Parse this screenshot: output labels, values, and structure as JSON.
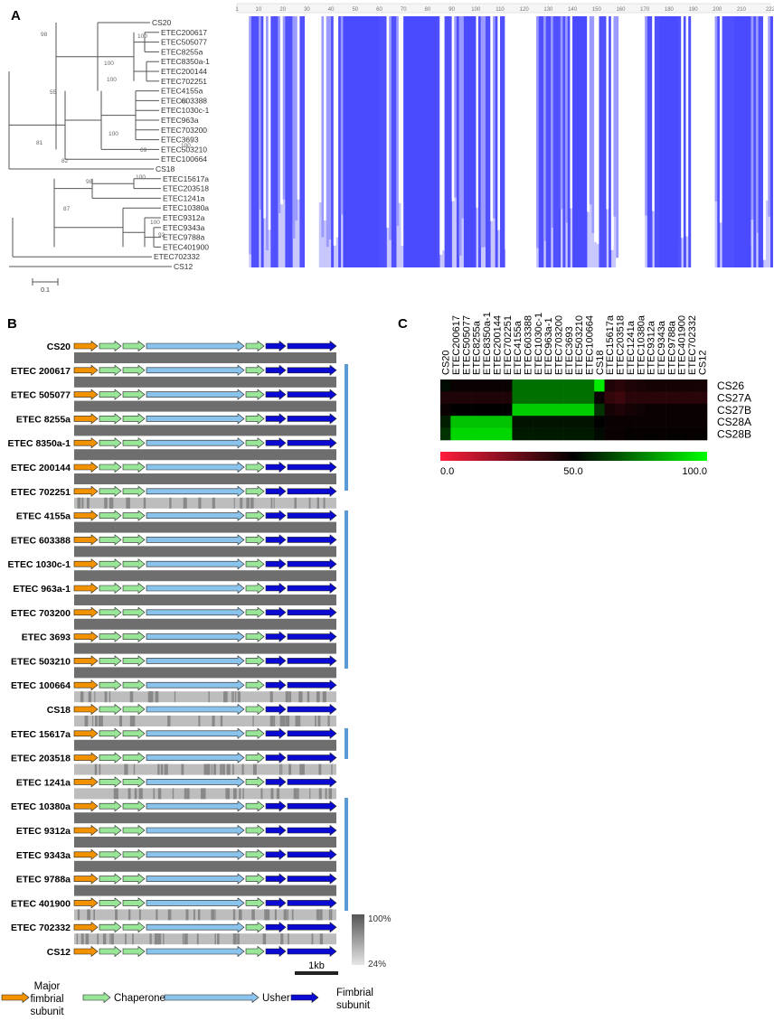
{
  "panels": {
    "a": {
      "label": "A",
      "taxa": [
        "CS20",
        "ETEC200617",
        "ETEC505077",
        "ETEC8255a",
        "ETEC8350a-1",
        "ETEC200144",
        "ETEC702251",
        "ETEC4155a",
        "ETEC603388",
        "ETEC1030c-1",
        "ETEC963a",
        "ETEC703200",
        "ETEC3693",
        "ETEC503210",
        "ETEC100664",
        "CS18",
        "ETEC15617a",
        "ETEC203518",
        "ETEC1241a",
        "ETEC10380a",
        "ETEC9312a",
        "ETEC9343a",
        "ETEC9788a",
        "ETEC401900",
        "ETEC702332",
        "CS12"
      ],
      "bootstrap": [
        "98",
        "100",
        "100",
        "100",
        "55",
        "66",
        "100",
        "100",
        "69",
        "82",
        "81",
        "100",
        "98",
        "87",
        "100",
        "92"
      ],
      "scale_label": "0.1",
      "ruler_ticks": [
        "1",
        "10",
        "20",
        "30",
        "40",
        "50",
        "60",
        "70",
        "80",
        "90",
        "100",
        "110",
        "120",
        "130",
        "140",
        "150",
        "160",
        "170",
        "180",
        "190",
        "200",
        "210",
        "222"
      ],
      "colors": {
        "conserved": "#5050ff",
        "partial": "#9a9aff",
        "weak": "#c8c8ff"
      }
    },
    "b": {
      "label": "B",
      "strains": [
        "CS20",
        "ETEC 200617",
        "ETEC 505077",
        "ETEC 8255a",
        "ETEC 8350a-1",
        "ETEC 200144",
        "ETEC 702251",
        "ETEC 4155a",
        "ETEC 603388",
        "ETEC 1030c-1",
        "ETEC 963a-1",
        "ETEC 703200",
        "ETEC 3693",
        "ETEC 503210",
        "ETEC 100664",
        "CS18",
        "ETEC 15617a",
        "ETEC 203518",
        "ETEC 1241a",
        "ETEC 10380a",
        "ETEC 9312a",
        "ETEC 9343a",
        "ETEC 9788a",
        "ETEC 401900",
        "ETEC 702332",
        "CS12"
      ],
      "identity_max": "100%",
      "identity_min": "24%",
      "scale_label": "1kb",
      "legend": [
        {
          "label": "Major fimbrial subunit",
          "color": "#f39200"
        },
        {
          "label": "Chaperone",
          "color": "#99e699"
        },
        {
          "label": "Usher",
          "color": "#8ac4ec"
        },
        {
          "label": "Fimbrial subunit",
          "color": "#0a0ad2"
        }
      ]
    },
    "c": {
      "label": "C",
      "columns": [
        "CS20",
        "ETEC200617",
        "ETEC505077",
        "ETEC8255a",
        "ETEC8350a-1",
        "ETEC200144",
        "ETEC702251",
        "ETEC4155a",
        "ETEC603388",
        "ETEC1030c-1",
        "ETEC963a-1",
        "ETEC703200",
        "ETEC3693",
        "ETEC503210",
        "ETEC100664",
        "CS18",
        "ETEC15617a",
        "ETEC203518",
        "ETEC1241a",
        "ETEC10380a",
        "ETEC9312a",
        "ETEC9343a",
        "ETEC9788a",
        "ETEC401900",
        "ETEC702332",
        "CS12"
      ],
      "rows": [
        "CS26",
        "CS27A",
        "CS27B",
        "CS28A",
        "CS28B"
      ],
      "scale_labels": [
        "0.0",
        "50.0",
        "100.0"
      ],
      "values": [
        [
          52,
          48,
          48,
          48,
          48,
          48,
          48,
          72,
          72,
          72,
          72,
          72,
          72,
          72,
          72,
          96,
          44,
          42,
          44,
          45,
          46,
          46,
          46,
          46,
          46,
          46
        ],
        [
          44,
          44,
          44,
          44,
          44,
          44,
          44,
          72,
          72,
          72,
          72,
          72,
          72,
          72,
          72,
          48,
          40,
          38,
          42,
          42,
          42,
          42,
          42,
          42,
          42,
          42
        ],
        [
          48,
          50,
          50,
          50,
          50,
          50,
          50,
          90,
          90,
          90,
          90,
          90,
          90,
          90,
          90,
          60,
          46,
          44,
          46,
          47,
          48,
          48,
          48,
          48,
          48,
          48
        ],
        [
          56,
          88,
          88,
          88,
          88,
          88,
          88,
          54,
          54,
          54,
          54,
          54,
          54,
          54,
          54,
          50,
          48,
          48,
          48,
          48,
          48,
          48,
          48,
          48,
          48,
          48
        ],
        [
          60,
          92,
          92,
          92,
          92,
          92,
          92,
          55,
          55,
          55,
          55,
          55,
          55,
          55,
          55,
          52,
          48,
          48,
          49,
          49,
          49,
          49,
          49,
          49,
          49,
          49
        ]
      ]
    }
  }
}
